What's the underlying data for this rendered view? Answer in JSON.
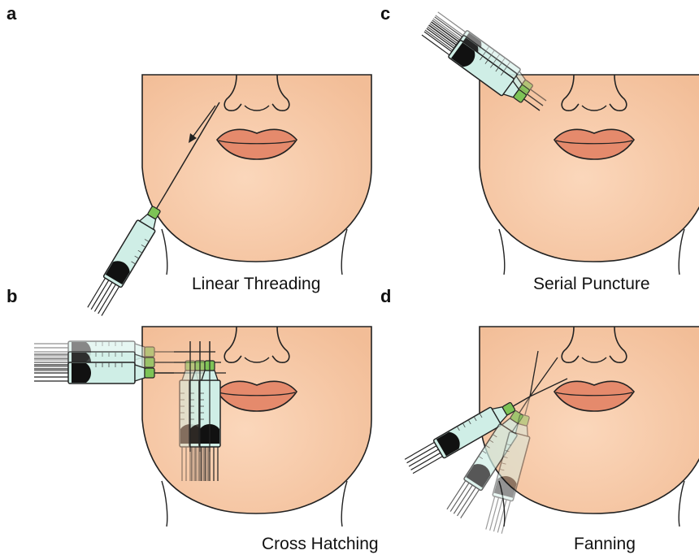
{
  "panels": [
    {
      "letter": "a",
      "caption": "Linear Threading"
    },
    {
      "letter": "c",
      "caption": "Serial Puncture"
    },
    {
      "letter": "b",
      "caption": "Cross Hatching"
    },
    {
      "letter": "d",
      "caption": "Fanning"
    }
  ],
  "colors": {
    "skin": "#f8ccaa",
    "skin_shadow": "#eeb48e",
    "lip": "#e58a6c",
    "outline": "#222222",
    "syringe_fluid": "#cfeee6",
    "needle_hub": "#7dc356",
    "plunger": "#111111"
  },
  "icons": [
    "face",
    "nose",
    "lips",
    "syringe-icon",
    "needle-icon",
    "arrow-icon"
  ]
}
